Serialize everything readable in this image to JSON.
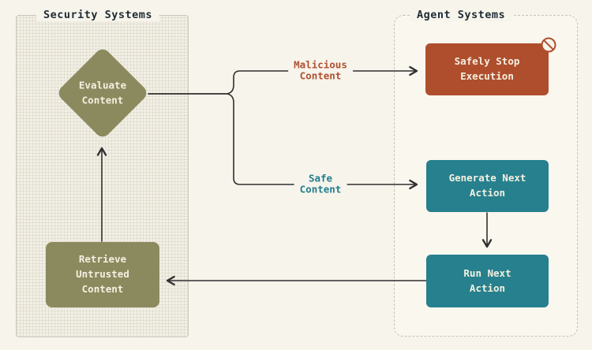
{
  "diagram": {
    "security_panel": {
      "title": "Security Systems"
    },
    "agent_panel": {
      "title": "Agent Systems"
    },
    "nodes": {
      "evaluate_content": {
        "label": "Evaluate\nContent",
        "shape": "diamond",
        "color": "#8b8a5e"
      },
      "retrieve_untrusted_content": {
        "label": "Retrieve\nUntrusted\nContent",
        "shape": "rect",
        "color": "#8b8a5e"
      },
      "safely_stop_execution": {
        "label": "Safely Stop\nExecution",
        "shape": "rect",
        "color": "#af4e2d",
        "icon": "prohibited-icon"
      },
      "generate_next_action": {
        "label": "Generate Next\nAction",
        "shape": "rect",
        "color": "#27808d"
      },
      "run_next_action": {
        "label": "Run Next\nAction",
        "shape": "rect",
        "color": "#27808d"
      }
    },
    "edge_labels": {
      "malicious": {
        "label": "Malicious\nContent",
        "color": "#b1502e"
      },
      "safe": {
        "label": "Safe\nContent",
        "color": "#1f7e8c"
      }
    },
    "edges": [
      "evaluate_content -> safely_stop_execution (Malicious Content)",
      "evaluate_content -> generate_next_action (Safe Content)",
      "generate_next_action -> run_next_action",
      "run_next_action -> retrieve_untrusted_content",
      "retrieve_untrusted_content -> evaluate_content"
    ],
    "colors": {
      "background": "#f7f4ec",
      "line": "#2f2f2f",
      "olive": "#8b8a5e",
      "rust": "#af4e2d",
      "teal": "#27808d",
      "title_text": "#1f2c34",
      "node_text": "#f4f0e2"
    }
  }
}
